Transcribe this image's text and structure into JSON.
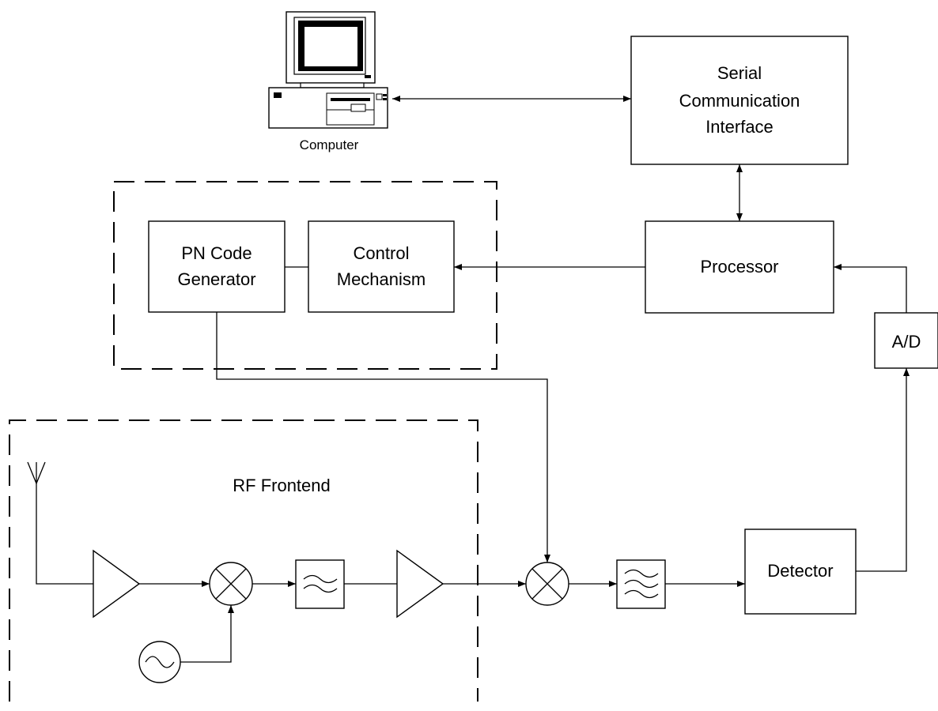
{
  "labels": {
    "computer": "Computer",
    "serial_line1": "Serial",
    "serial_line2": "Communication",
    "serial_line3": "Interface",
    "processor": "Processor",
    "control_line1": "Control",
    "control_line2": "Mechanism",
    "pn_line1": "PN Code",
    "pn_line2": "Generator",
    "ad": "A/D",
    "detector": "Detector",
    "rf_frontend": "RF Frontend"
  },
  "icons": {
    "computer": "computer-icon",
    "antenna": "antenna-icon",
    "amplifier": "amplifier-icon",
    "mixer": "mixer-icon",
    "filter": "bandpass-filter-icon",
    "oscillator": "oscillator-icon"
  }
}
